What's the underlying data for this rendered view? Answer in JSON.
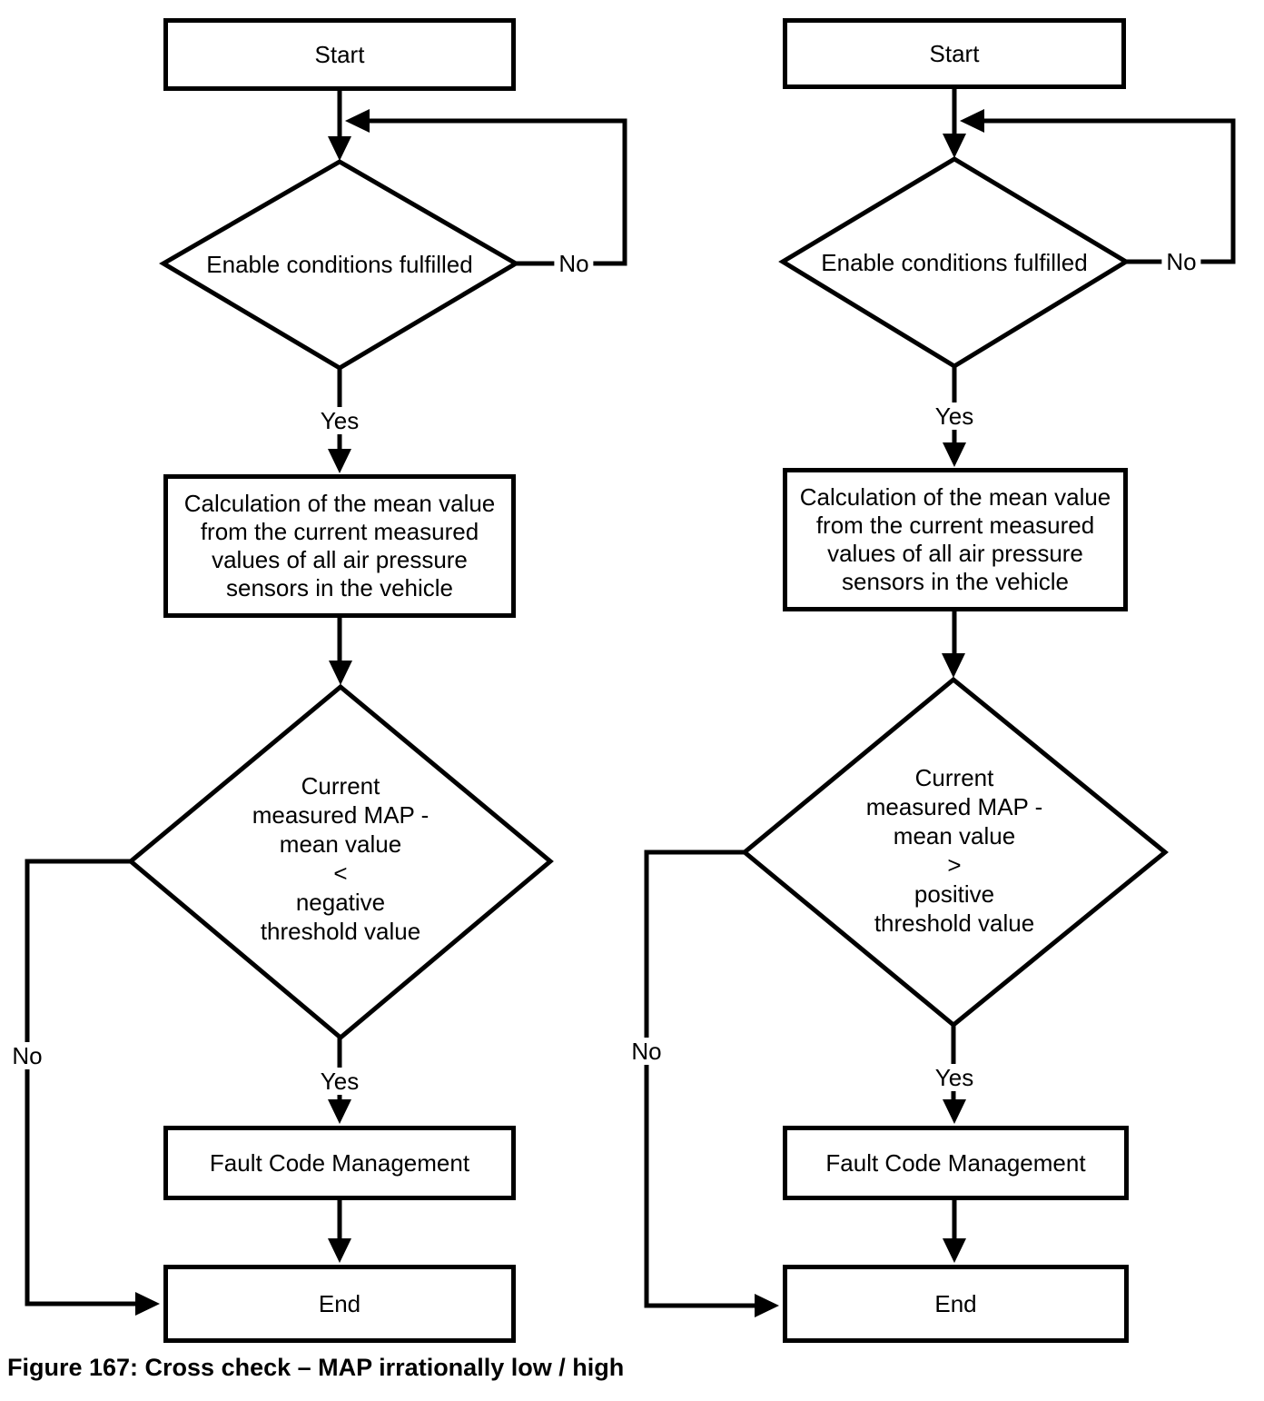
{
  "figure": {
    "caption": "Figure 167: Cross check – MAP irrationally low / high"
  },
  "colors": {
    "line": "#000000",
    "background": "#ffffff",
    "text": "#000000"
  },
  "charts": [
    {
      "name": "cross-check-map-irrationally-low",
      "start_label": "Start",
      "decision1": {
        "text": "Enable conditions fulfilled",
        "no": "No",
        "yes": "Yes"
      },
      "process_lines": [
        "Calculation of the mean value",
        "from the current measured",
        "values of all air pressure",
        "sensors in the vehicle"
      ],
      "decision2": {
        "lines": [
          "Current",
          "measured MAP -",
          "mean value",
          "<",
          "negative",
          "threshold value"
        ],
        "no": "No",
        "yes": "Yes"
      },
      "fault_label": "Fault Code Management",
      "end_label": "End"
    },
    {
      "name": "cross-check-map-irrationally-high",
      "start_label": "Start",
      "decision1": {
        "text": "Enable conditions fulfilled",
        "no": "No",
        "yes": "Yes"
      },
      "process_lines": [
        "Calculation of the mean value",
        "from the current measured",
        "values of all air pressure",
        "sensors in the vehicle"
      ],
      "decision2": {
        "lines": [
          "Current",
          "measured MAP -",
          "mean value",
          ">",
          "positive",
          "threshold value"
        ],
        "no": "No",
        "yes": "Yes"
      },
      "fault_label": "Fault Code Management",
      "end_label": "End"
    }
  ]
}
